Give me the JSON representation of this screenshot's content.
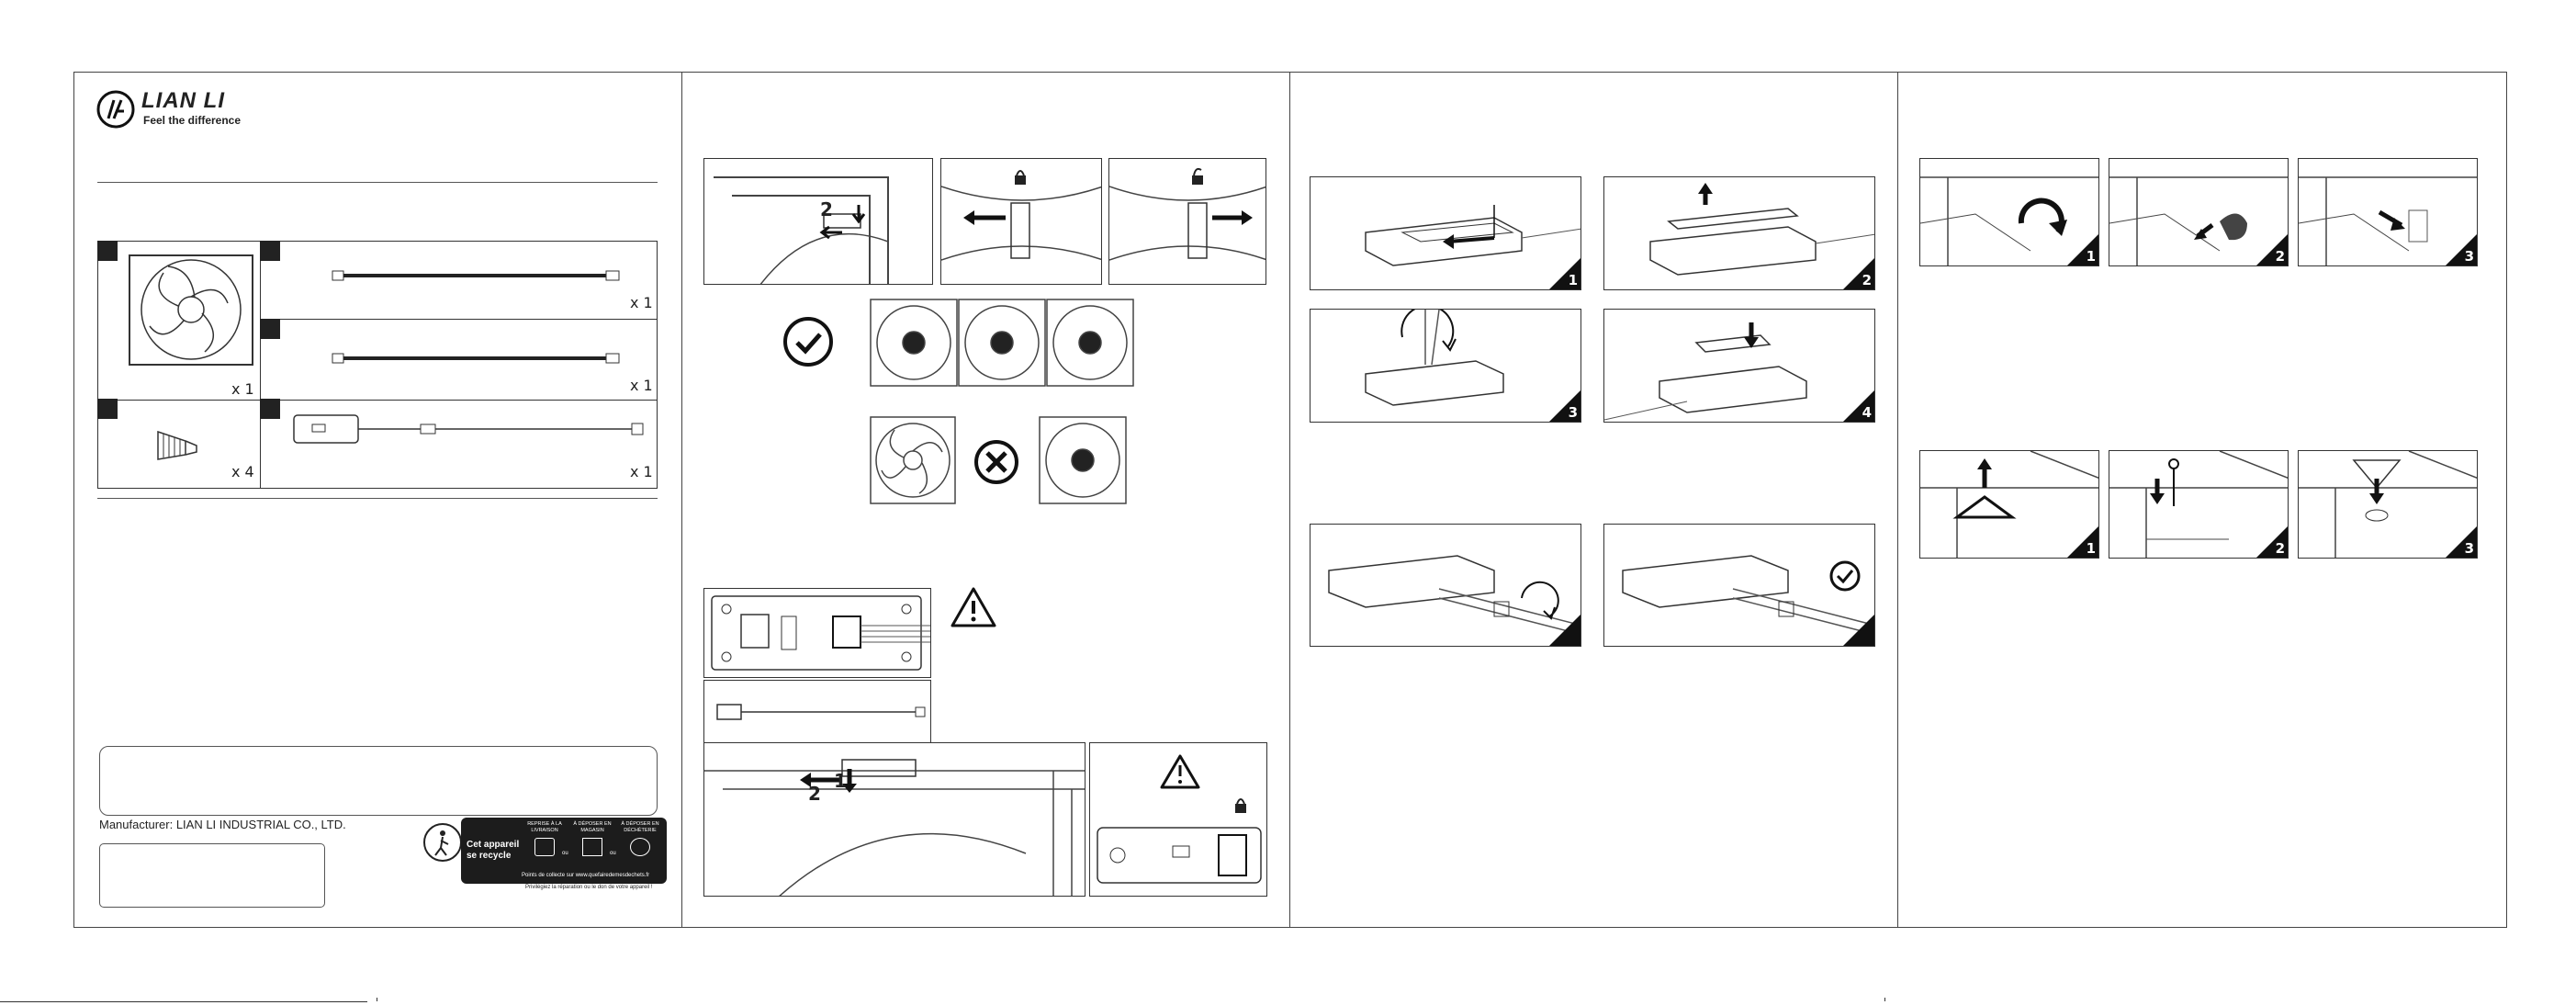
{
  "brand": {
    "name": "LIAN LI",
    "tagline": "Feel the difference"
  },
  "contents": {
    "fan_qty": "x 1",
    "cable_a_qty": "x 1",
    "cable_b_qty": "x 1",
    "screws_qty": "x 4",
    "controller_qty": "x 1"
  },
  "manufacturer": "Manufacturer: LIAN LI INDUSTRIAL CO., LTD.",
  "recycle": {
    "headline": "Cet appareil se recycle",
    "col1": "REPRISE À LA LIVRAISON",
    "col2": "À DÉPOSER EN MAGASIN",
    "col3": "À DÉPOSER EN DÉCHÈTERIE",
    "or": "ou",
    "footer1": "Points de collecte sur www.quefairedemesdechets.fr",
    "footer2": "Privilégiez la réparation ou le don de votre appareil !"
  },
  "steps": {
    "s1": "1",
    "s2": "2",
    "s3": "3",
    "s4": "4"
  },
  "arrow_labels": {
    "a1": "2",
    "a2": "1"
  },
  "colors": {
    "ink": "#222222",
    "background": "#ffffff"
  }
}
